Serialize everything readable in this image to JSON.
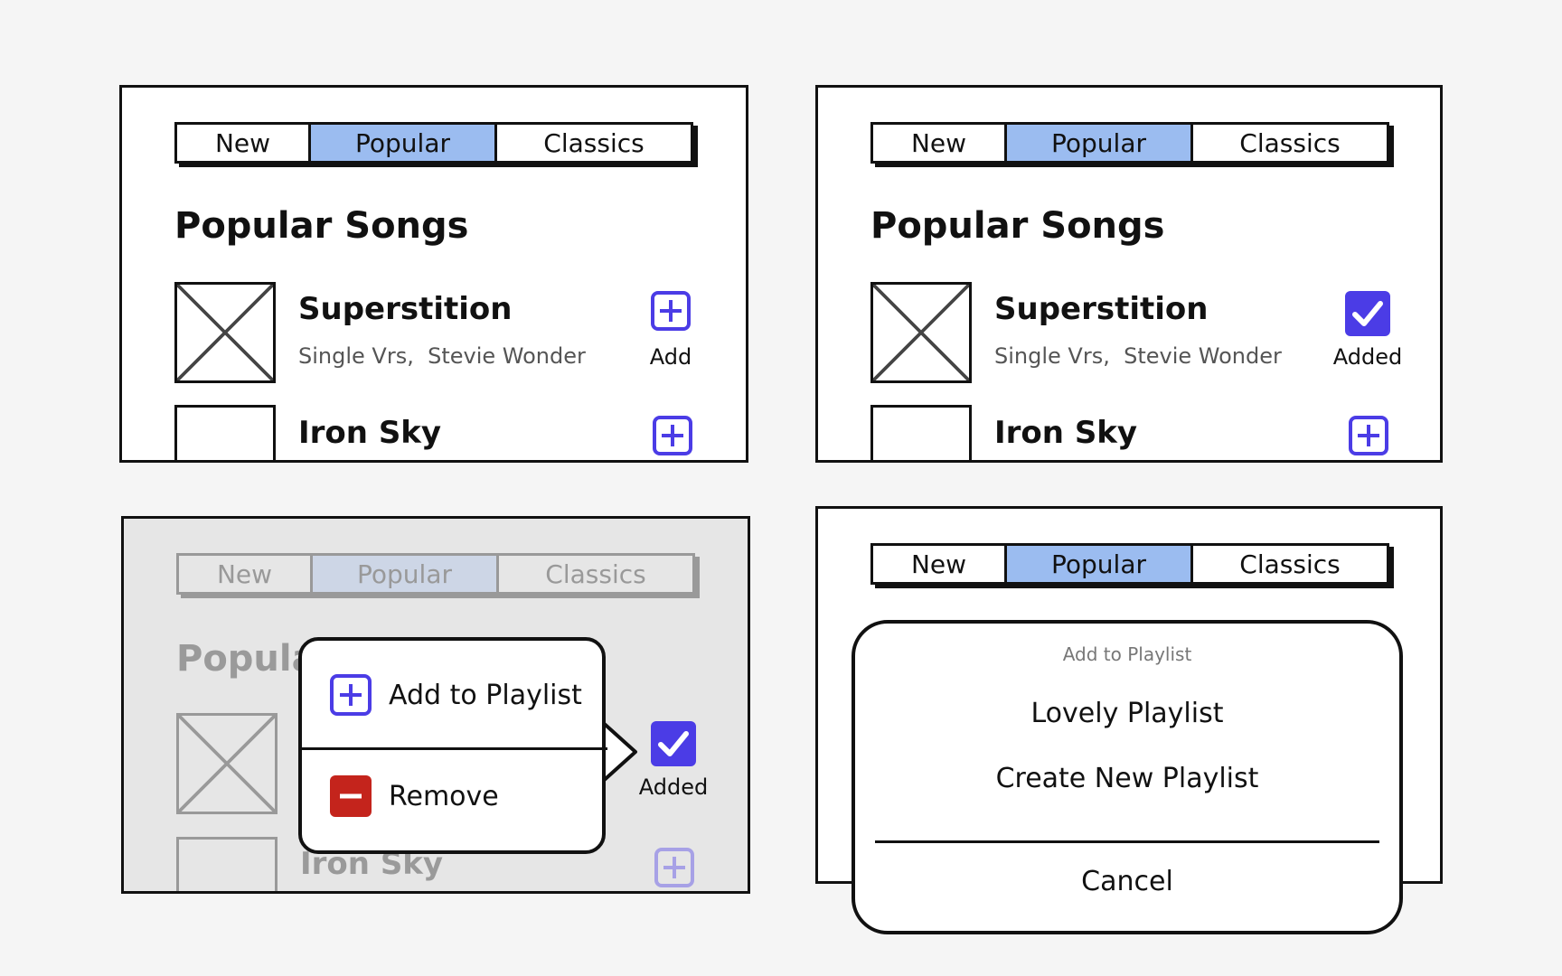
{
  "tabs": {
    "new_label": "New",
    "popular_label": "Popular",
    "classics_label": "Classics"
  },
  "list": {
    "heading": "Popular Songs",
    "songs": [
      {
        "title": "Superstition",
        "meta": "Single Vrs,  Stevie Wonder"
      },
      {
        "title": "Iron Sky"
      }
    ]
  },
  "actions": {
    "add_label": "Add",
    "added_label": "Added"
  },
  "popover_menu": {
    "add_to_playlist_label": "Add to Playlist",
    "remove_label": "Remove"
  },
  "dimmed_heading_fragment": "Popula",
  "action_sheet": {
    "title": "Add to Playlist",
    "options": [
      "Lovely Playlist",
      "Create New Playlist"
    ],
    "cancel_label": "Cancel"
  },
  "colors": {
    "accent": "#4b3ce6",
    "tab_selected": "#9bbcf0",
    "remove_red": "#c4241c"
  },
  "icons": {
    "add": "plus-square-icon",
    "added": "check-square-icon",
    "remove": "minus-square-icon",
    "placeholder": "image-placeholder-icon"
  }
}
